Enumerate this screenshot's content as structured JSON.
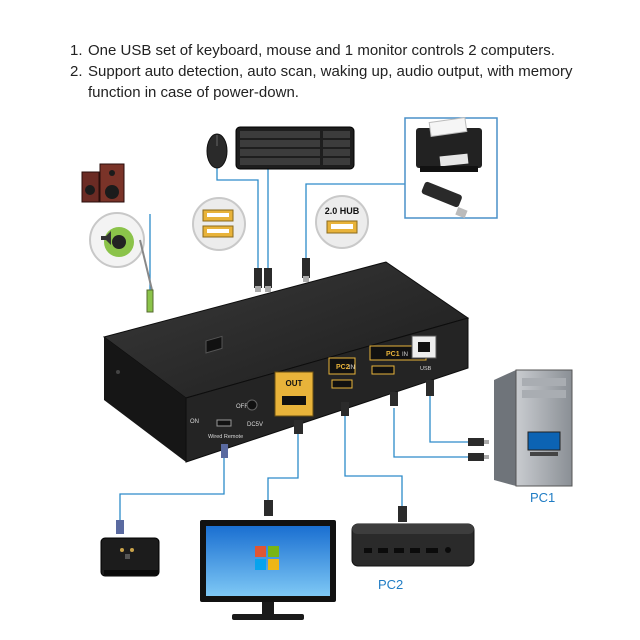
{
  "caption": {
    "line1_num": "1.",
    "line1": "One USB set of keyboard, mouse and 1 monitor controls 2 computers.",
    "line2_num": "2.",
    "line2a": "Support auto detection, auto scan, waking up, audio output, with memory",
    "line2b": "function in case of power-down."
  },
  "labels": {
    "pc1": "PC1",
    "pc2": "PC2",
    "hub": "2.0 HUB",
    "out": "OUT",
    "pc2_port": "PC2",
    "pc1_port": "PC1",
    "in": "IN",
    "usb": "USB",
    "on": "ON",
    "off": "OFF",
    "dc": "DC5V",
    "wired_remote": "Wired Remote"
  },
  "colors": {
    "cable": "#2d8bc9",
    "gold": "#e8b33a",
    "pc_label": "#1f7cc4",
    "device_body": "#222222"
  },
  "icons": [
    "speaker-icon",
    "audio-jack-icon",
    "mouse-icon",
    "keyboard-icon",
    "usb-port-icon",
    "printer-icon",
    "usb-drive-icon",
    "monitor-icon",
    "pc-tower-icon",
    "mini-pc-icon",
    "wired-remote-icon"
  ]
}
